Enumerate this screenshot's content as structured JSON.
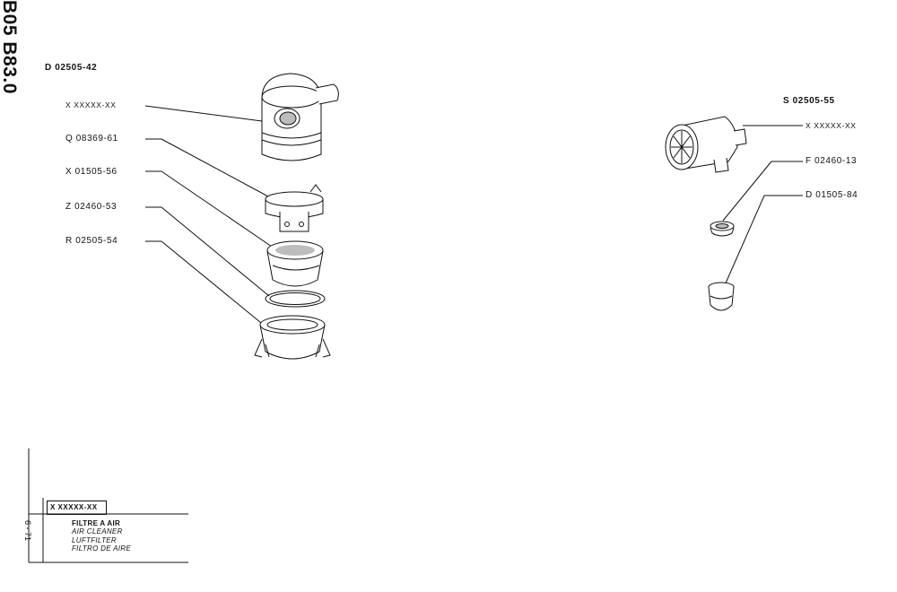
{
  "left_assembly": {
    "header_code": "D 02505-42",
    "labels": [
      "X XXXXX-XX",
      "Q 08369-61",
      "X 01505-56",
      "Z 02460-53",
      "R 02505-54"
    ]
  },
  "right_assembly": {
    "header_code": "S 02505-55",
    "labels": [
      "X XXXXX-XX",
      "F 02460-13",
      "D 01505-84"
    ]
  },
  "title_block": {
    "page_code": "B05 B83.0",
    "date": "6 - 71",
    "part_code": "X XXXXX-XX",
    "titles": [
      "FILTRE A AIR",
      "AIR CLEANER",
      "LUFTFILTER",
      "FILTRO DE AIRE"
    ]
  },
  "colors": {
    "ink": "#111111",
    "paper": "#ffffff",
    "shade": "#bdbdbd"
  }
}
